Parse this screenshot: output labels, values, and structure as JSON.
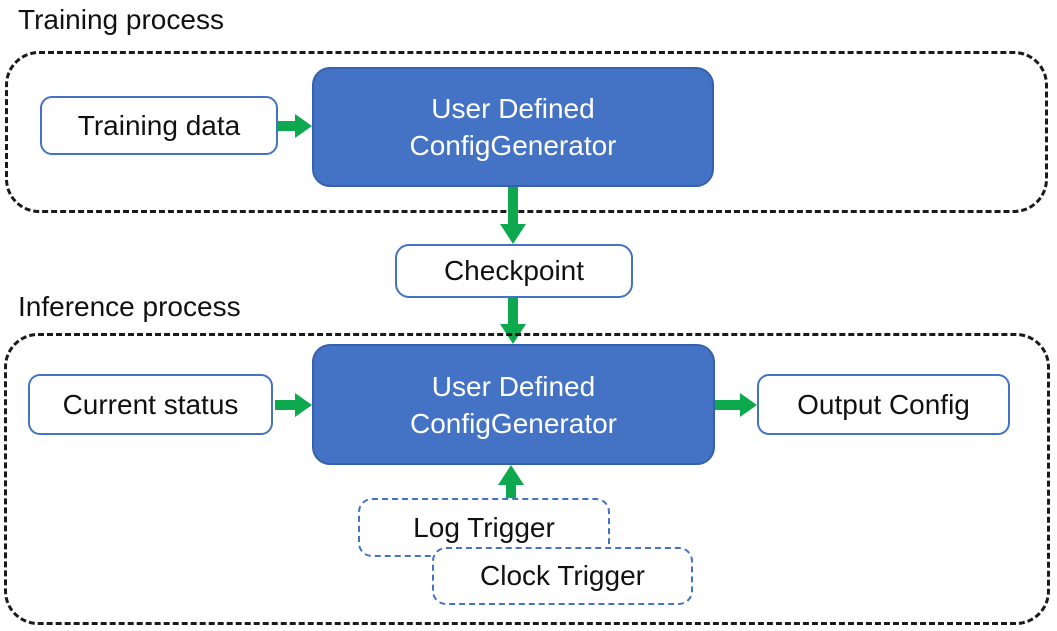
{
  "colors": {
    "node_fill": "#4472C4",
    "node_border": "#3560AD",
    "outline_blue": "#4472C4",
    "arrow_green": "#0EA94E",
    "container_border": "#1A1A1A",
    "text_dark": "#111111",
    "text_light": "#FFFFFF"
  },
  "training_section": {
    "label": "Training process",
    "training_data": "Training data",
    "generator": {
      "line1": "User Defined",
      "line2": "ConfigGenerator"
    }
  },
  "checkpoint": {
    "label": "Checkpoint"
  },
  "inference_section": {
    "label": "Inference process",
    "current_status": "Current status",
    "generator": {
      "line1": "User Defined",
      "line2": "ConfigGenerator"
    },
    "output_config": "Output Config",
    "log_trigger": "Log Trigger",
    "clock_trigger": "Clock Trigger"
  }
}
